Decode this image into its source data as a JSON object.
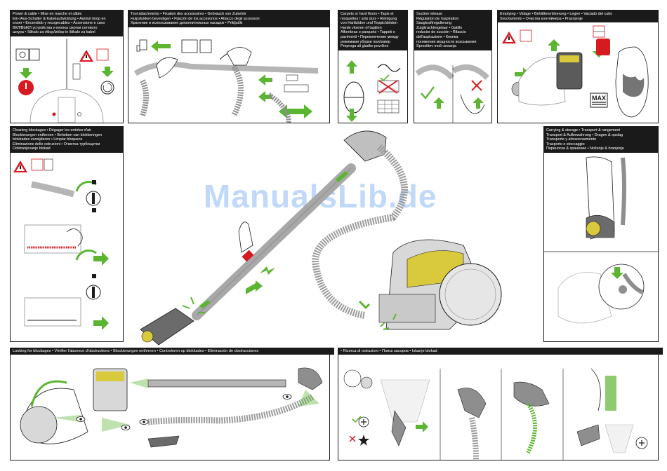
{
  "watermark": "ManualsLib.de",
  "panels": {
    "power": "Power & cable • Mise en marche et câble\nEin-/Aus-Schalter & Kabelaufwicklung • Aan/uit knop en\nsnoer • Encendido y recogecables • Accensione e cavo\nВКЛ/ВЫКЛ устройства и кнопка смотки сетевого\nшнура • Stikalo za vklop/izklop in štikalo za kabel",
    "tools": "Tool attachments • Fixation des accessoires • Gebrauch von Zubehör\nHulpstukken bevestigen • Fijación de los accesorios • Attacco degli accessori\nХранение и использование дополнительных насадок • Priključki",
    "carpets": "Carpets or hard floors • Tapis et\nmoquettes / sols durs • Reinigung\nvon Hartböden und Teppichböden\nHarde vloeren of tapijten\nAlfombras o parquets • Tappeti o\npavimenti • Переключение между\nрежимами уборки пол/ковер\nPreproga ali gladke površine",
    "suction": "Suction release\nRégulation de l'aspiration\nSaugkraftregulierung\nZuigkrachtregelaar • Gatillo\nreductor de succión • Rilascio\ndell'aspirazione • Кнопка\nпонижения мощности всасывания\nSprostitev moči sesanja",
    "emptying": "Emptying • Vidage • Behälterentleerung • Legen • Vaciado del cubo\nSvuotamento • Очистка контейнера • Praznjenje",
    "cleaning": "Cleaning blockages • Dégager les entrées d'air\nBlockierungen entfernen • Beheben van blokkeringen\nblokkades verwijderen • Limpiar bloqueos\nEliminazione delle ostruzioni • Очистка турбощетки\nOdstranjevanje blokad",
    "carrying": "Carrying & storage • Transport & rangement\nTransport & Aufbewahrung • Dragen & opslag\nTransporte y almacenamiento\nTrasporto e stoccaggio\nПереноска & хранение • Nošenje & hranjenje",
    "looking": "Looking for blockages • Vérifier l'absence d'obstructions • Blockierungen entfernen • Controleren op blokkades • Eliminación de obstrucciones",
    "ricerca": "• Ricerca di ostruzioni • Поиск засоров • Iskanje blokad"
  },
  "labels": {
    "max": "MAX"
  },
  "colors": {
    "green": "#5cb531",
    "red": "#d71920",
    "dark": "#1a1a1a",
    "gray": "#8e8e8e",
    "yellow": "#d9c93c"
  }
}
